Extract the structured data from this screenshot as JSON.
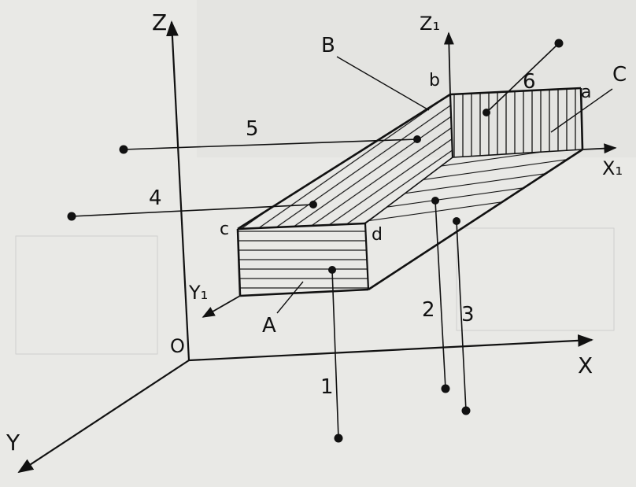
{
  "axes": {
    "z": "Z",
    "y": "Y",
    "x": "X",
    "origin": "O",
    "z1": "Z₁",
    "y1": "Y₁",
    "x1": "X₁"
  },
  "faces": {
    "a": "A",
    "b": "B",
    "c": "C"
  },
  "vertices": {
    "a": "a",
    "b": "b",
    "c": "c",
    "d": "d"
  },
  "leaders": [
    "1",
    "2",
    "3",
    "4",
    "5",
    "6"
  ],
  "colors": {
    "ink": "#111111",
    "paper": "#e9e9e6"
  }
}
